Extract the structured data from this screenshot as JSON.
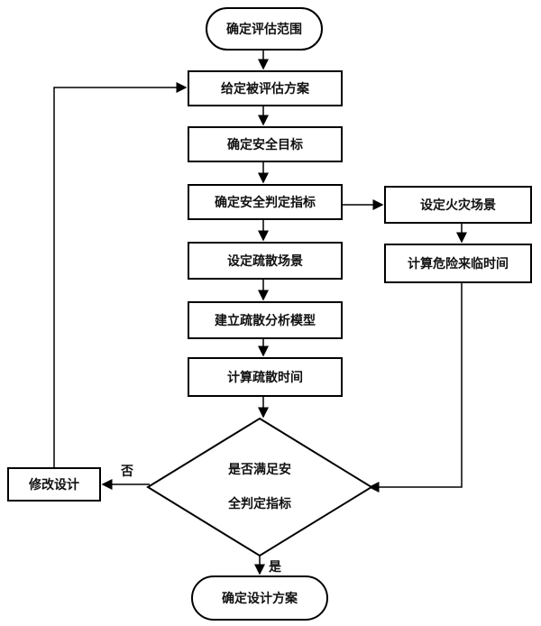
{
  "nodes": {
    "start": "确定评估范围",
    "scheme": "给定被评估方案",
    "goal": "确定安全目标",
    "criteria": "确定安全判定指标",
    "evac_scenario": "设定疏散场景",
    "model": "建立疏散分析模型",
    "evac_time": "计算疏散时间",
    "decision_line1": "是否满足安",
    "decision_line2": "全判定指标",
    "fire_scenario": "设定火灾场景",
    "danger_time": "计算危险来临时间",
    "modify": "修改设计",
    "end": "确定设计方案"
  },
  "edge_labels": {
    "no": "否",
    "yes": "是"
  },
  "colors": {
    "line": "#000000",
    "background": "#ffffff"
  }
}
